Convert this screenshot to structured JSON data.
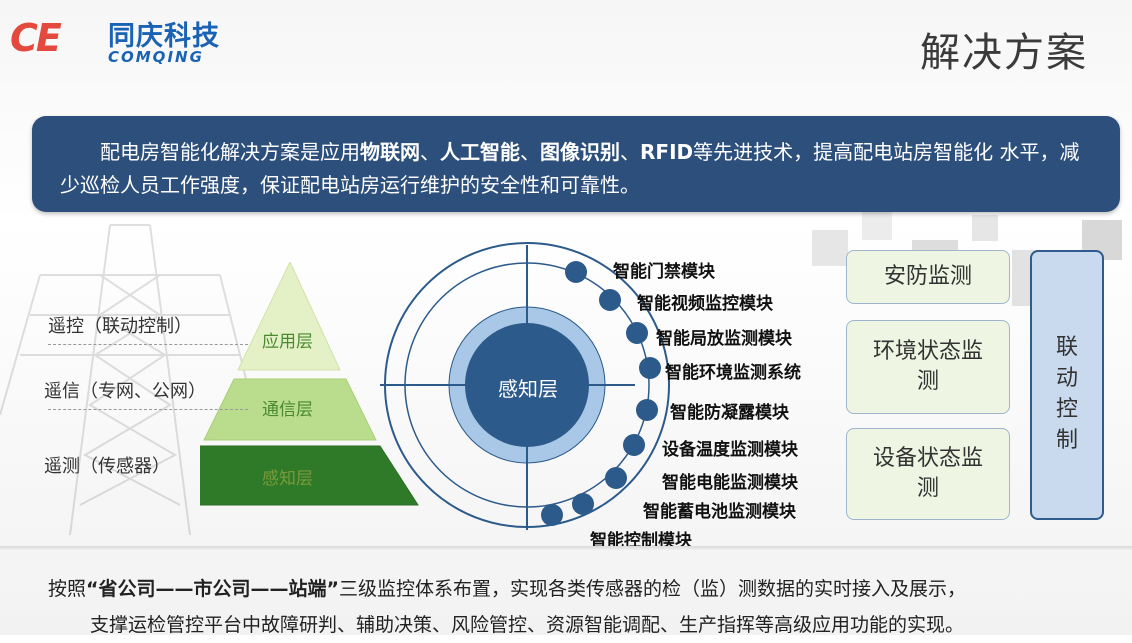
{
  "header": {
    "logo_mark_1": "C",
    "logo_mark_2": "E",
    "logo_cn": "同庆科技",
    "logo_en": "COMQING",
    "page_title": "解决方案"
  },
  "intro": {
    "p1": "配电房智能化解决方案是应用",
    "b1": "物联网",
    "p2": "、",
    "b2": "人工智能",
    "p3": "、",
    "b3": "图像识别",
    "p4": "、",
    "b4": "RFID",
    "p5": "等先进技术，提高配电站房智能化 水平，减少巡检人员工作强度，保证配电站房运行维护的安全性和可靠性。"
  },
  "pyramid": {
    "layers": [
      "应用层",
      "通信层",
      "感知层"
    ],
    "side_labels": [
      "遥控（联动控制）",
      "遥信（专网、公网）",
      "遥测（传感器）"
    ],
    "colors": {
      "top": "#e4f1c6",
      "middle": "#b9dc8d",
      "bottom": "#2f7a29"
    }
  },
  "core": {
    "label": "感知层",
    "color": "#2c5a8a"
  },
  "modules": [
    "智能门禁模块",
    "智能视频监控模块",
    "智能局放监测模块",
    "智能环境监测系统",
    "智能防凝露模块",
    "设备温度监测模块",
    "智能电能监测模块",
    "智能蓄电池监测模块",
    "智能控制模块"
  ],
  "right_boxes": [
    "安防监测",
    "环境状态监测",
    "设备状态监测"
  ],
  "link_control": "联动控制",
  "footer": {
    "l1_a": "按照",
    "l1_b": "“省公司——市公司——站端”",
    "l1_c": "三级监控体系布置，实现各类传感器的检（监）测数据的实时接入及展示，",
    "l2": "支撑运检管控平台中故障研判、辅助决策、风险管控、资源智能调配、生产指挥等高级应用功能的实现。"
  }
}
